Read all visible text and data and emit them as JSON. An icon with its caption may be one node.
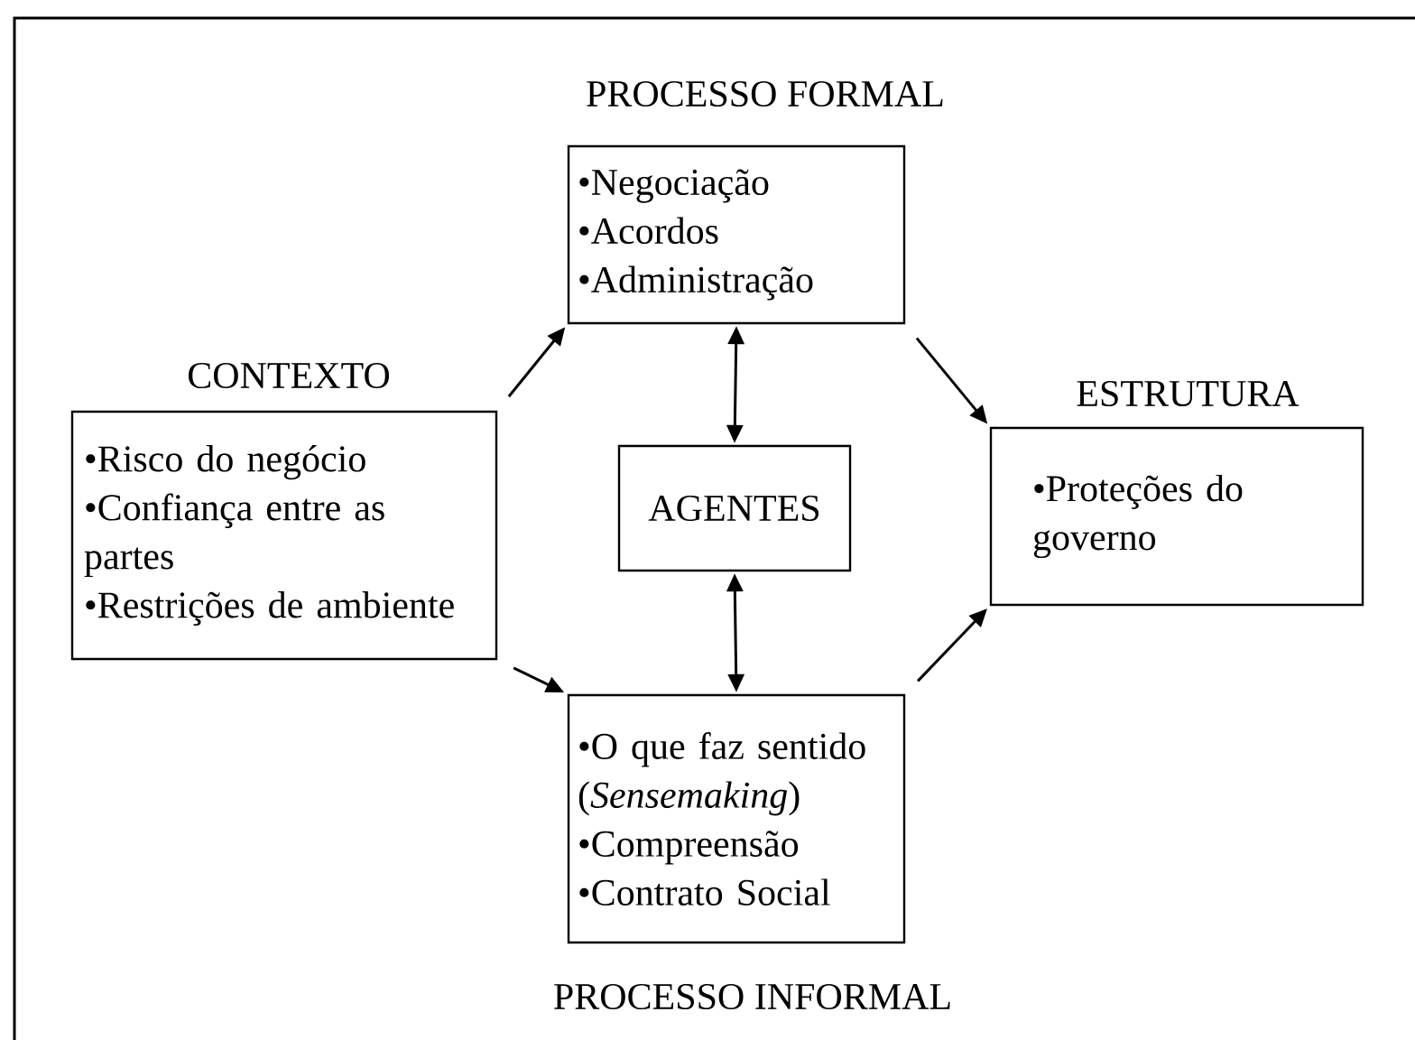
{
  "diagram": {
    "nodes": [
      {
        "text": [
          "PROCESSO FORMAL",
          "•Negociação",
          "•Acordos",
          "•Administração"
        ]
      },
      {
        "text": [
          "CONTEXTO",
          "•Risco do negócio",
          "•Confiança entre as partes",
          "•Restrições de ambiente"
        ]
      },
      {
        "text": [
          "AGENTES"
        ]
      },
      {
        "text": [
          "ESTRUTURA",
          "•Proteções do governo"
        ]
      },
      {
        "text": [
          "•O que faz sentido (*Sensemaking*)",
          "•Compreensão",
          "•Contrato Social",
          "PROCESSO INFORMAL"
        ]
      }
    ],
    "edges": [
      {
        "from": 1,
        "to": 0,
        "arrow": "to"
      },
      {
        "from": 0,
        "to": 3,
        "arrow": "to"
      },
      {
        "from": 0,
        "to": 2,
        "arrow": "both"
      },
      {
        "from": 2,
        "to": 4,
        "arrow": "both"
      },
      {
        "from": 1,
        "to": 4,
        "arrow": "to"
      },
      {
        "from": 4,
        "to": 3,
        "arrow": "to"
      }
    ]
  }
}
